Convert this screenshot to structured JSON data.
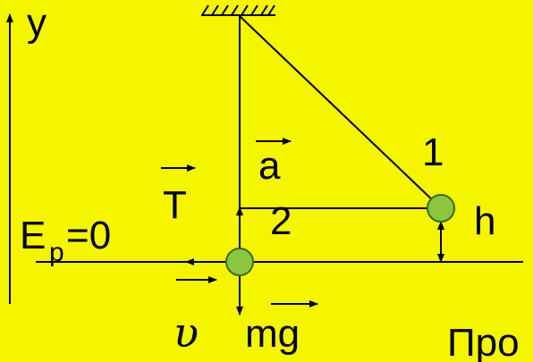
{
  "colors": {
    "background": "#f5f500",
    "line": "#000000",
    "ball_fill": "#8cc63f",
    "ball_stroke": "#3d6b10"
  },
  "labels": {
    "y_axis": "y",
    "point_1": "1",
    "point_2": "2",
    "height": "h",
    "energy_base": "E",
    "energy_sub": "p",
    "energy_value": "=0",
    "tension": "T",
    "acceleration": "a",
    "velocity": "υ",
    "gravity": "mg",
    "corner_text": "Про"
  }
}
